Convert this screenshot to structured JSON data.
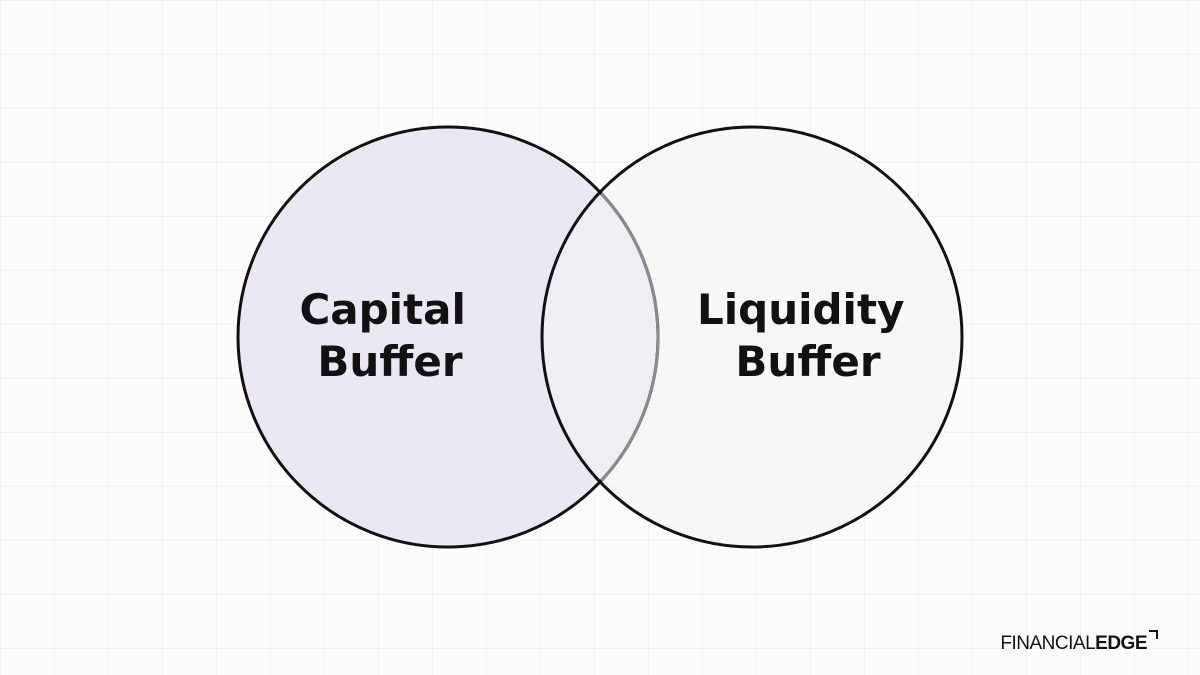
{
  "diagram": {
    "left_set": {
      "lines": [
        "Capital",
        "Buffer"
      ],
      "fill": "#ebe8f4"
    },
    "right_set": {
      "lines": [
        "Liquidity",
        "Buffer"
      ],
      "fill": "#f2f3f1"
    },
    "outline_color": "#111111"
  },
  "logo": {
    "light": "FINANCIAL",
    "bold": "EDGE"
  }
}
